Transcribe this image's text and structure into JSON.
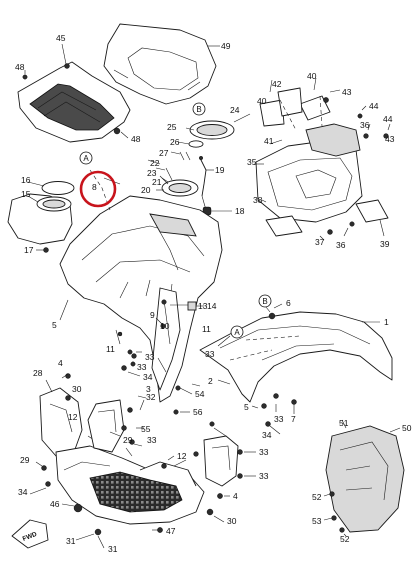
{
  "callouts": {
    "c1": "1",
    "c2": "2",
    "c3": "3",
    "c4a": "4",
    "c4b": "4",
    "c5a": "5",
    "c5b": "5",
    "c6": "6",
    "c7": "7",
    "c8": "8",
    "c9": "9",
    "c10": "10",
    "c11a": "11",
    "c11b": "11",
    "c12a": "12",
    "c12b": "12",
    "c13": "13",
    "c14": "14",
    "c15": "15",
    "c16": "16",
    "c17": "17",
    "c18": "18",
    "c19": "19",
    "c20": "20",
    "c21": "21",
    "c22": "22",
    "c23": "23",
    "c24": "24",
    "c25": "25",
    "c26": "26",
    "c27": "27",
    "c28": "28",
    "c29": "29",
    "c30a": "30",
    "c30b": "30",
    "c31a": "31",
    "c31b": "31",
    "c32": "32",
    "c33a": "33",
    "c33b": "33",
    "c33c": "33",
    "c33d": "33",
    "c33e": "33",
    "c33f": "33",
    "c34a": "34",
    "c34b": "34",
    "c34c": "34",
    "c35": "35",
    "c36a": "36",
    "c36b": "36",
    "c37": "37",
    "c38": "38",
    "c39": "39",
    "c40a": "40",
    "c40b": "40",
    "c41": "41",
    "c42": "42",
    "c43a": "43",
    "c43b": "43",
    "c44a": "44",
    "c44b": "44",
    "c45": "45",
    "c46": "46",
    "c47": "47",
    "c48a": "48",
    "c48b": "48",
    "c49": "49",
    "c50": "50",
    "c51": "51",
    "c52a": "52",
    "c52b": "52",
    "c53": "53",
    "c54": "54",
    "c55": "55",
    "c56": "56"
  },
  "refs": {
    "a_top": "A",
    "a_mid": "A",
    "b_top": "B",
    "b_mid": "B"
  },
  "fwd_label": "FWD",
  "highlight": {
    "part": "8",
    "color": "#c8141c"
  }
}
